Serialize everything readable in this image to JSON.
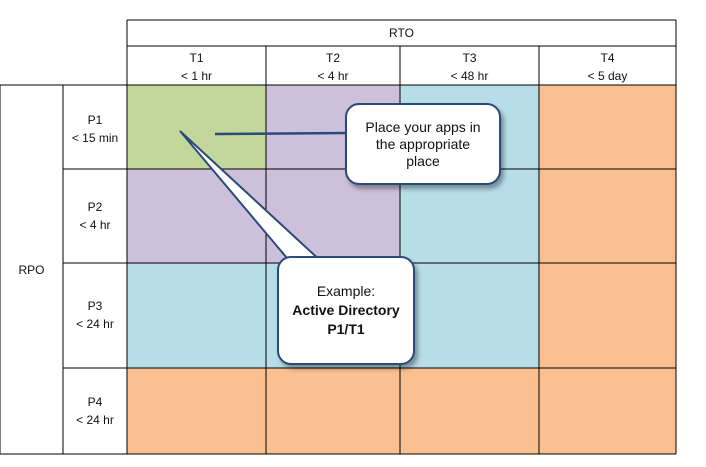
{
  "header": {
    "rto": "RTO",
    "rpo": "RPO"
  },
  "columns": [
    {
      "id": "T1",
      "sub": "< 1 hr"
    },
    {
      "id": "T2",
      "sub": "< 4 hr"
    },
    {
      "id": "T3",
      "sub": "< 48 hr"
    },
    {
      "id": "T4",
      "sub": "< 5 day"
    }
  ],
  "rows": [
    {
      "id": "P1",
      "sub": "< 15 min"
    },
    {
      "id": "P2",
      "sub": "< 4 hr"
    },
    {
      "id": "P3",
      "sub": "< 24 hr"
    },
    {
      "id": "P4",
      "sub": "< 24 hr"
    }
  ],
  "colors": {
    "green": "#c4d79b",
    "purple": "#ccc0da",
    "blue": "#b7dde8",
    "orange": "#fac090"
  },
  "grid_colors": [
    [
      "green",
      "purple",
      "blue",
      "orange"
    ],
    [
      "purple",
      "purple",
      "blue",
      "orange"
    ],
    [
      "blue",
      "blue",
      "blue",
      "orange"
    ],
    [
      "orange",
      "orange",
      "orange",
      "orange"
    ]
  ],
  "callouts": {
    "place": {
      "line1": "Place your apps in",
      "line2": "the appropriate",
      "line3": "place"
    },
    "example": {
      "line1": "Example:",
      "line2": "Active Directory",
      "line3": "P1/T1"
    }
  }
}
